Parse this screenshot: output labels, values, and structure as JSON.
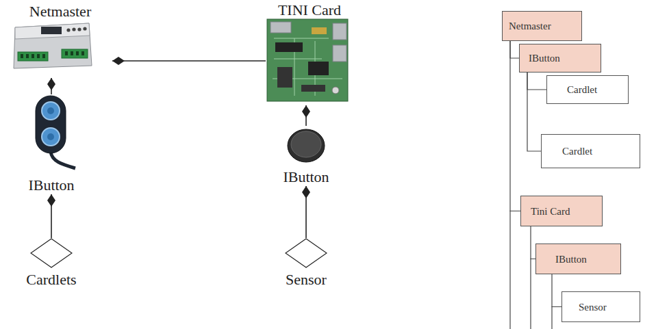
{
  "diagram": {
    "nodes": [
      {
        "text": [
          "Netmaster"
        ]
      },
      {
        "text": [
          "TINI Card"
        ]
      },
      {
        "text": [
          "IButton"
        ]
      },
      {
        "text": [
          "IButton"
        ]
      },
      {
        "text": [
          "Cardlets"
        ]
      },
      {
        "text": [
          "Sensor"
        ]
      },
      {
        "text": [
          "Netmaster"
        ]
      },
      {
        "text": [
          "IButton"
        ]
      },
      {
        "text": [
          "Cardlet"
        ]
      },
      {
        "text": [
          "Cardlet"
        ]
      },
      {
        "text": [
          "Tini Card"
        ]
      },
      {
        "text": [
          "IButton"
        ]
      },
      {
        "text": [
          "Sensor"
        ]
      }
    ],
    "edges": [
      {
        "from": 1,
        "to": 0,
        "arrow": "to"
      },
      {
        "from": 2,
        "to": 0,
        "arrow": "to"
      },
      {
        "from": 4,
        "to": 2,
        "arrow": "to"
      },
      {
        "from": 3,
        "to": 1,
        "arrow": "to"
      },
      {
        "from": 5,
        "to": 3,
        "arrow": "to"
      },
      {
        "from": 6,
        "to": 7,
        "arrow": "none"
      },
      {
        "from": 7,
        "to": 8,
        "arrow": "none"
      },
      {
        "from": 7,
        "to": 9,
        "arrow": "none"
      },
      {
        "from": 6,
        "to": 10,
        "arrow": "none"
      },
      {
        "from": 10,
        "to": 11,
        "arrow": "none"
      },
      {
        "from": 11,
        "to": 12,
        "arrow": "none"
      }
    ]
  }
}
